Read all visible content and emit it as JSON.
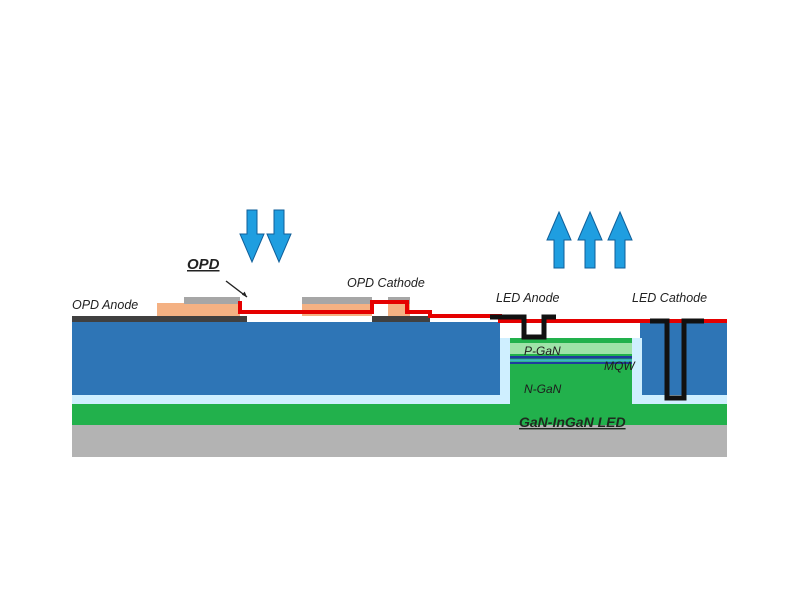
{
  "labels": {
    "opd": "OPD",
    "opd_anode": "OPD Anode",
    "opd_cathode": "OPD Cathode",
    "led_anode": "LED Anode",
    "led_cathode": "LED Cathode",
    "p_gan": "P-GaN",
    "mqw": "MQW",
    "n_gan": "N-GaN",
    "led_title": "GaN-InGaN LED"
  },
  "arrows": {
    "incoming_light": {
      "direction": "down",
      "count": 2,
      "color": "#1f9ee0"
    },
    "emitted_light": {
      "direction": "up",
      "count": 3,
      "color": "#1f9ee0"
    }
  },
  "colors": {
    "substrate": "#b3b3b3",
    "green_layer": "#22b14c",
    "light_blue_layer": "#cfefff",
    "blue_layer": "#2e75b6",
    "metal": "#111111",
    "red_layer": "#e50000",
    "peach_layer": "#f4b183",
    "grey_layer": "#a6a6a6",
    "dark_grey_layer": "#404040"
  }
}
